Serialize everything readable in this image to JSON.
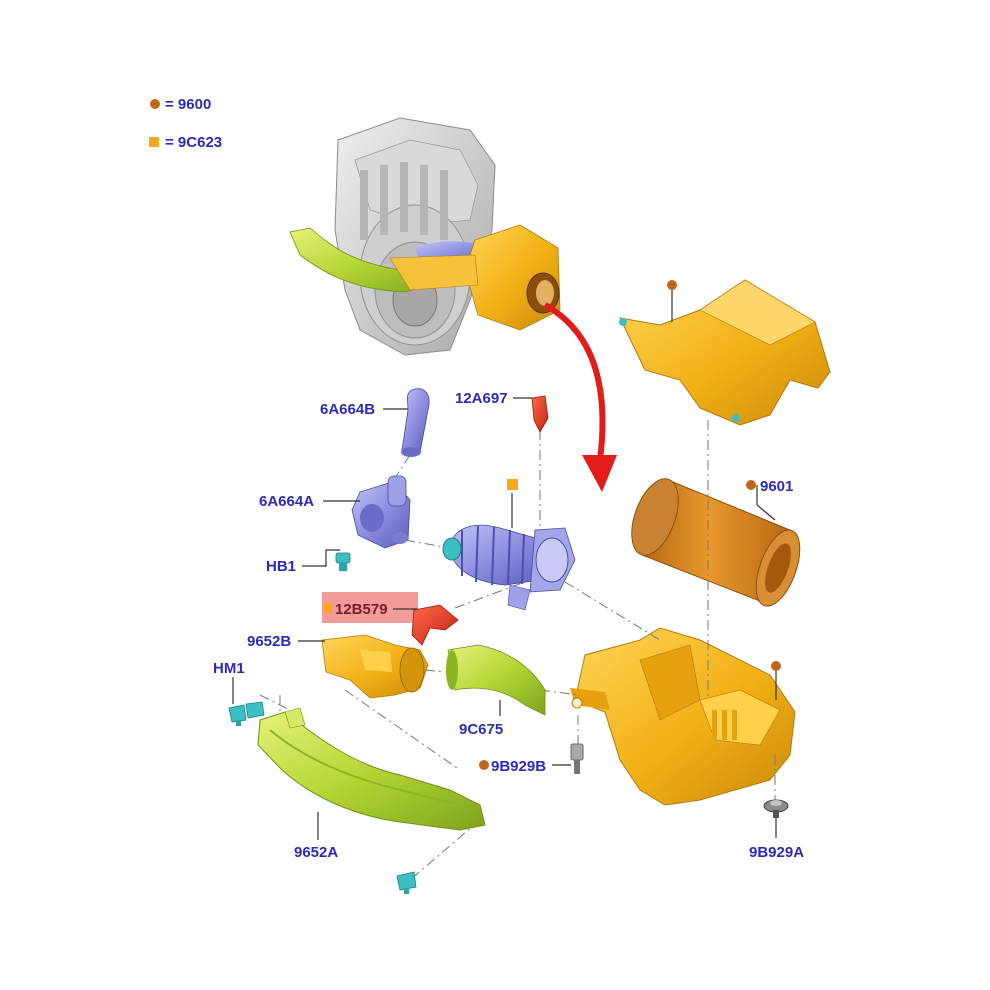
{
  "colors": {
    "label": "#2b2bb5",
    "group_9600": "#c0661a",
    "group_9C623": "#f5a81c",
    "highlight": "#ef8a8a",
    "duct_green": "#b3d634",
    "housing_yellow": "#f2b015",
    "filter_orange": "#d9861e",
    "hose_purple": "#8c8ee0",
    "fastener_cyan": "#3bbfc2",
    "arrow_red": "#e21b1b"
  },
  "legend": [
    {
      "code": "9600",
      "marker": "circle",
      "text": "= 9600"
    },
    {
      "code": "9C623",
      "marker": "square",
      "text": "= 9C623"
    }
  ],
  "labels": {
    "p6A664B": "6A664B",
    "p12A697": "12A697",
    "p6A664A": "6A664A",
    "pHB1": "HB1",
    "p12B579": "12B579",
    "p9652B": "9652B",
    "pHM1": "HM1",
    "p9C675": "9C675",
    "p9B929B": "9B929B",
    "p9652A": "9652A",
    "p9601": "9601",
    "p9B929A": "9B929A"
  },
  "icons": {
    "engine": "engine-assembly-illustration",
    "arrow": "red-curved-arrow"
  }
}
